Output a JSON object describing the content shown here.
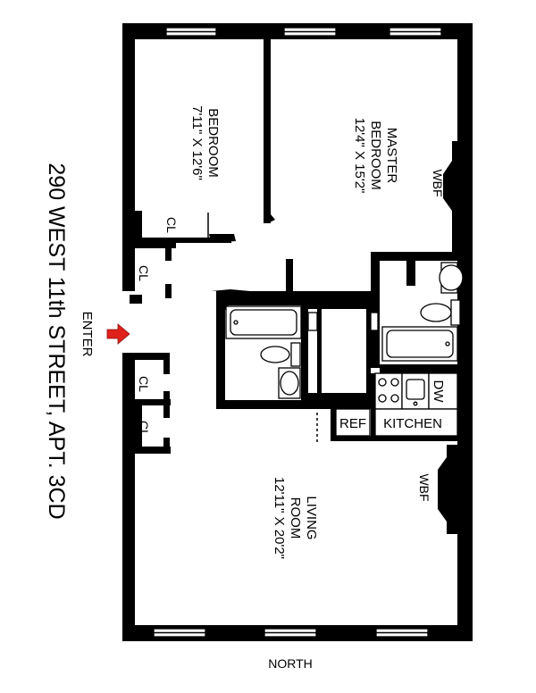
{
  "title": "290 WEST 11th STREET, APT. 3CD",
  "orientation_label": "NORTH",
  "entry_label": "ENTER",
  "colors": {
    "wall": "#000000",
    "arrow": "#e0201b",
    "background": "#ffffff"
  },
  "rooms": {
    "bedroom": {
      "name": "BEDROOM",
      "size": "7'11\" X 12'6\""
    },
    "master_bedroom": {
      "name_line1": "MASTER",
      "name_line2": "BEDROOM",
      "size": "12'4\" X 15'2\""
    },
    "living_room": {
      "name_line1": "LIVING",
      "name_line2": "ROOM",
      "size": "12'11\" X 20'2\""
    },
    "kitchen": {
      "name": "KITCHEN"
    }
  },
  "labels": {
    "closet_bedroom": "CL",
    "closet_hall_top": "CL",
    "closet_hall_mid": "CL",
    "closet_hall_bottom": "CL",
    "wbf_master": "WBF",
    "wbf_living": "WBF",
    "refrigerator": "REF",
    "dishwasher": "DW"
  }
}
